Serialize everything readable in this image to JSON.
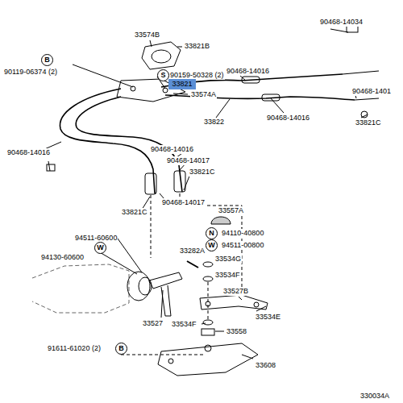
{
  "diagram": {
    "nodes": [
      {
        "text": [
          "B"
        ]
      },
      {
        "text": [
          "S"
        ]
      },
      {
        "text": [
          "33821"
        ]
      },
      {
        "text": [
          "N"
        ]
      },
      {
        "text": [
          "W"
        ]
      },
      {
        "text": [
          "W"
        ]
      },
      {
        "text": [
          "B"
        ]
      }
    ],
    "labels": [
      "33574B",
      "33821B",
      "90119-06374 (2)",
      "90159-50328 (2)",
      "33574A",
      "90468-14034",
      "90468-14016",
      "90468-1401",
      "33822",
      "90468-14016",
      "33821C",
      "90468-14016",
      "90468-14016",
      "90468-14017",
      "33821C",
      "90468-14017",
      "33821C",
      "33557A",
      "94110-40800",
      "94511-00800",
      "94511-60600",
      "94130-60600",
      "33282A",
      "33534G",
      "33534F",
      "33527",
      "33527B",
      "33534E",
      "33534F",
      "33558",
      "91611-61020 (2)",
      "33608",
      "330034A"
    ]
  }
}
